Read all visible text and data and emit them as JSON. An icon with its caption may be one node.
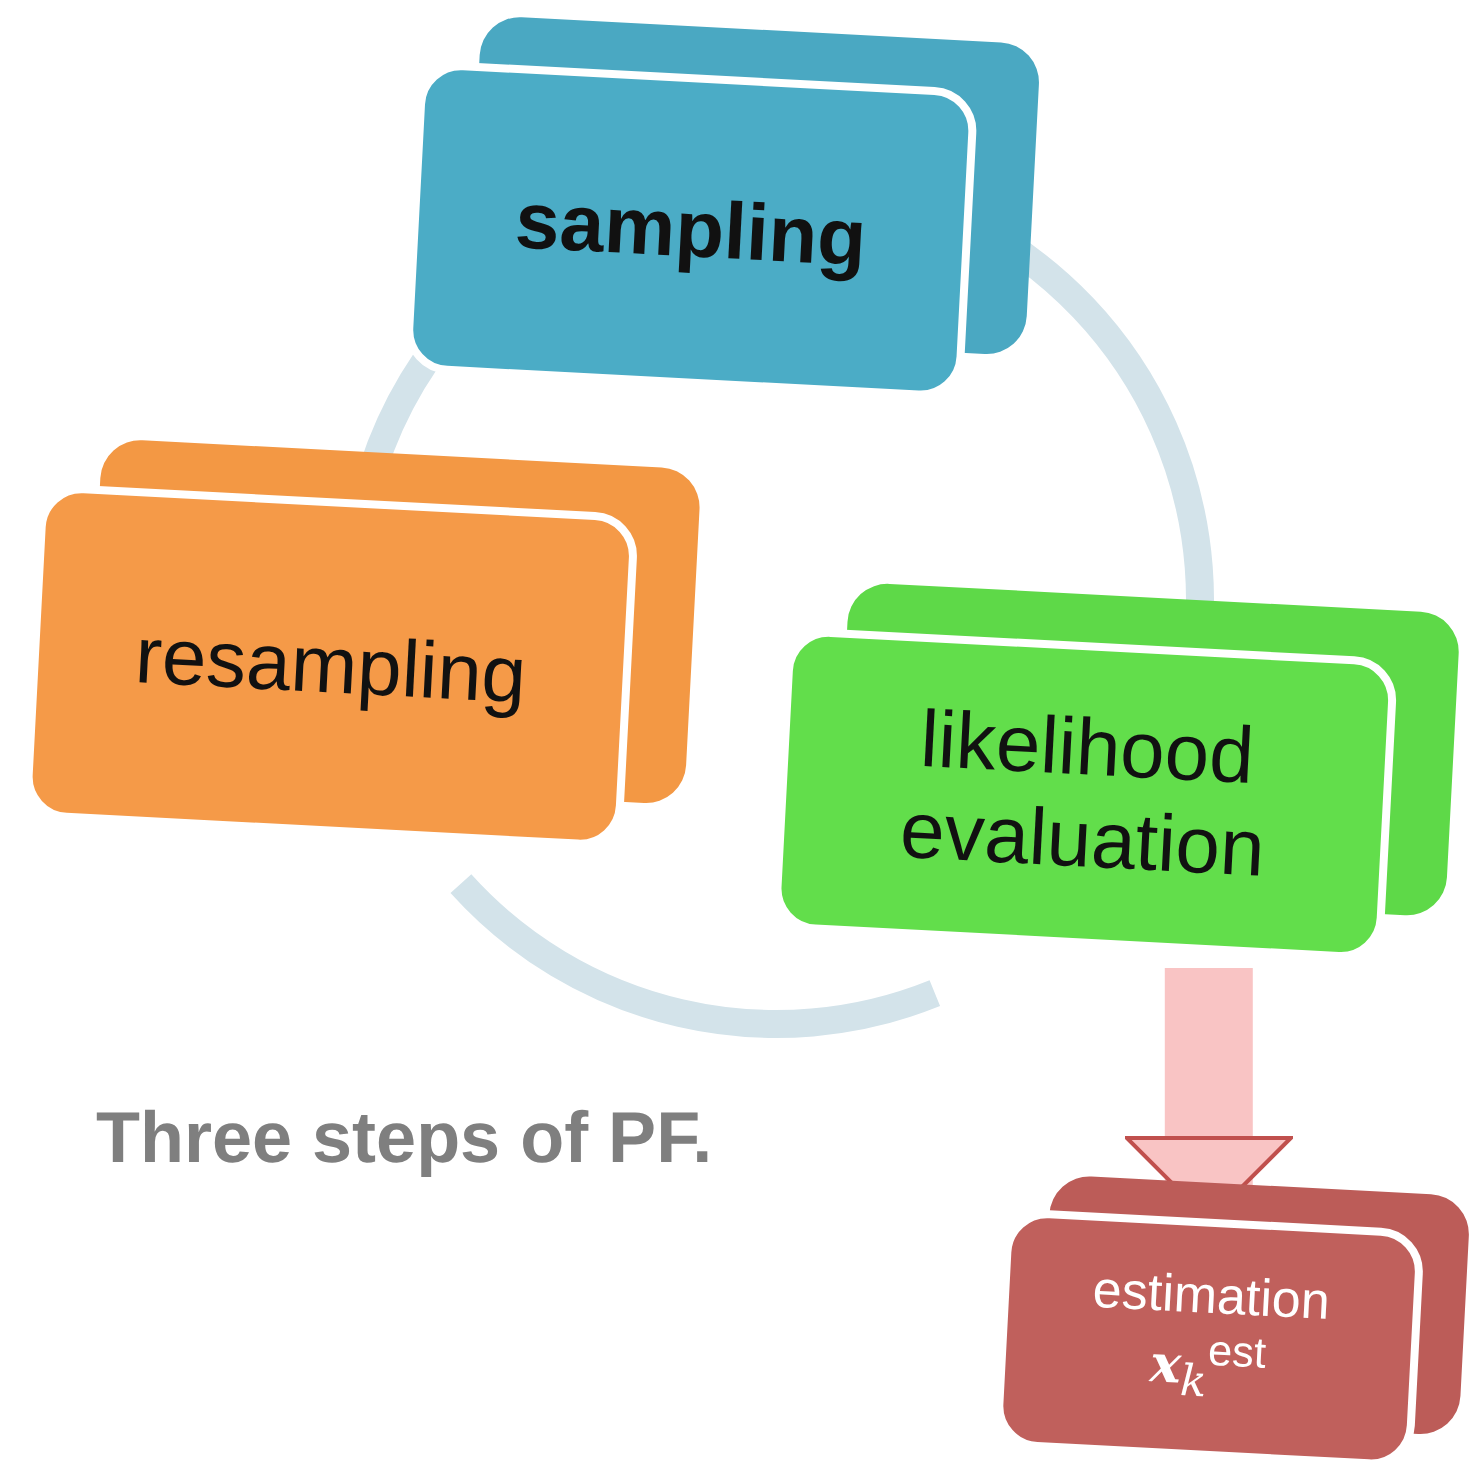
{
  "diagram": {
    "caption": "Three steps of PF.",
    "nodes": [
      {
        "text": [
          "sampling"
        ]
      },
      {
        "text": [
          "resampling"
        ]
      },
      {
        "text": [
          "likelihood evaluation"
        ]
      },
      {
        "text": [
          "estimation",
          "**x**$_{k}$$^{est}$"
        ]
      }
    ],
    "edges": [
      {
        "from": 0,
        "to": 2,
        "arrow": "none",
        "color": "#d3e3ea"
      },
      {
        "from": 2,
        "to": 1,
        "arrow": "none",
        "color": "#d3e3ea"
      },
      {
        "from": 1,
        "to": 0,
        "arrow": "none",
        "color": "#d3e3ea"
      },
      {
        "from": 2,
        "to": 3,
        "arrow": "to",
        "style": "thick",
        "color": "#f9c4c4"
      }
    ]
  }
}
